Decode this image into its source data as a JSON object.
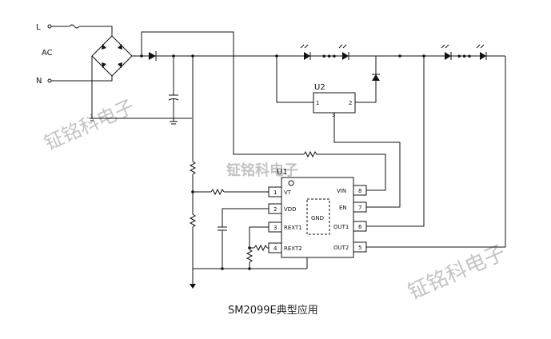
{
  "labels": {
    "line": "L",
    "neutral": "N",
    "ac": "AC",
    "u1": "U1",
    "u2": "U2",
    "gnd": "GND"
  },
  "u1_pins_left": [
    {
      "num": "1",
      "name": "VT"
    },
    {
      "num": "2",
      "name": "VDD"
    },
    {
      "num": "3",
      "name": "REXT1"
    },
    {
      "num": "4",
      "name": "REXT2"
    }
  ],
  "u1_pins_right": [
    {
      "num": "8",
      "name": "VIN"
    },
    {
      "num": "7",
      "name": "EN"
    },
    {
      "num": "6",
      "name": "OUT1"
    },
    {
      "num": "5",
      "name": "OUT2"
    }
  ],
  "u2_pins": [
    "1",
    "2",
    "3"
  ],
  "watermarks": [
    "钲铭科电子",
    "钲铭科电子",
    "钲铭科电子"
  ],
  "caption": "SM2099E典型应用"
}
